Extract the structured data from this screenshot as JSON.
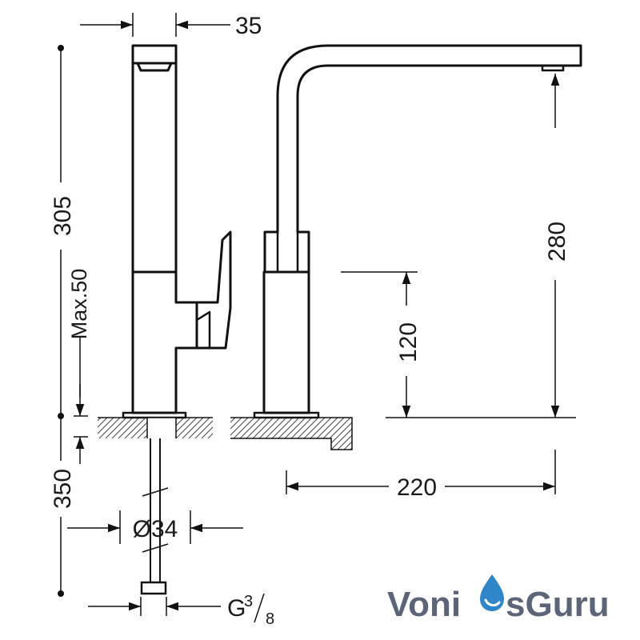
{
  "dimensions": {
    "top_width": "35",
    "total_height": "305",
    "spout_height": "280",
    "max_thickness": "Max.50",
    "height_120": "120",
    "reach": "220",
    "hose_length": "350",
    "hole_diameter": "Ø34",
    "thread_main": "G",
    "thread_num": "3",
    "thread_den": "8"
  },
  "brand": {
    "part1": "Voni",
    "part2": "sGuru",
    "text_color": "#5b6577",
    "drop_color": "#2f86c8"
  }
}
